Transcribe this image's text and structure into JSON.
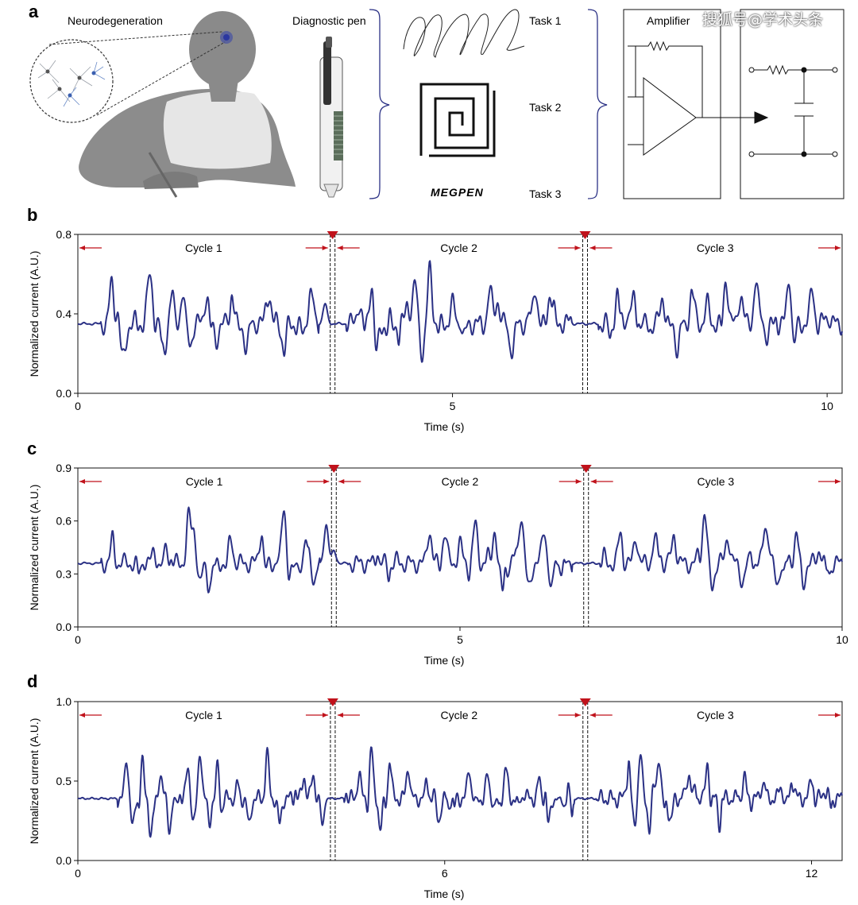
{
  "panels": {
    "a": "a",
    "b": "b",
    "c": "c",
    "d": "d"
  },
  "panel_a": {
    "neuro_label": "Neurodegeneration",
    "pen_label": "Diagnostic pen",
    "tasks": [
      "Task 1",
      "Task 2",
      "Task 3"
    ],
    "megpen_text": "MEGPEN",
    "amplifier_label": "Amplifier",
    "watermark": "搜狐号@学术头条"
  },
  "colors": {
    "trace": "#2b3185",
    "marker": "#c0121b",
    "axis": "#111111"
  },
  "chart_data": [
    {
      "type": "line",
      "id": "b",
      "xlabel": "Time (s)",
      "ylabel": "Normalized current (A.U.)",
      "xlim": [
        0,
        10.2
      ],
      "ylim": [
        0,
        0.8
      ],
      "xticks": [
        0,
        5,
        10
      ],
      "yticks": [
        0.0,
        0.4,
        0.8
      ],
      "ytick_labels": [
        "0.0",
        "0.4",
        "0.8"
      ],
      "baseline": 0.35,
      "cycle_labels": [
        "Cycle 1",
        "Cycle 2",
        "Cycle 3"
      ],
      "cycle_boundaries": [
        3.4,
        6.77
      ],
      "peaks": [
        [
          0.45,
          0.55
        ],
        [
          0.55,
          0.52
        ],
        [
          0.57,
          0.15
        ],
        [
          0.62,
          0.22
        ],
        [
          0.95,
          0.57
        ],
        [
          1.0,
          0.45
        ],
        [
          1.15,
          0.21
        ],
        [
          1.25,
          0.46
        ],
        [
          1.4,
          0.5
        ],
        [
          1.5,
          0.25
        ],
        [
          1.72,
          0.5
        ],
        [
          1.85,
          0.28
        ],
        [
          2.05,
          0.52
        ],
        [
          2.25,
          0.22
        ],
        [
          2.55,
          0.5
        ],
        [
          2.75,
          0.23
        ],
        [
          3.0,
          0.3
        ],
        [
          3.1,
          0.5
        ],
        [
          3.3,
          0.45
        ],
        [
          3.75,
          0.45
        ],
        [
          3.92,
          0.58
        ],
        [
          3.98,
          0.18
        ],
        [
          4.4,
          0.47
        ],
        [
          4.6,
          0.22
        ],
        [
          4.5,
          0.55
        ],
        [
          4.7,
          0.63
        ],
        [
          5.0,
          0.45
        ],
        [
          5.15,
          0.28
        ],
        [
          5.5,
          0.52
        ],
        [
          5.6,
          0.47
        ],
        [
          5.8,
          0.22
        ],
        [
          6.1,
          0.54
        ],
        [
          6.3,
          0.5
        ],
        [
          7.2,
          0.44
        ],
        [
          7.4,
          0.43
        ],
        [
          7.8,
          0.49
        ],
        [
          8.0,
          0.24
        ],
        [
          8.2,
          0.55
        ],
        [
          8.4,
          0.45
        ],
        [
          8.65,
          0.58
        ],
        [
          8.85,
          0.49
        ],
        [
          9.05,
          0.56
        ],
        [
          9.2,
          0.28
        ],
        [
          9.5,
          0.61
        ],
        [
          9.55,
          0.21
        ],
        [
          9.8,
          0.52
        ],
        [
          10.0,
          0.42
        ]
      ],
      "seed": 11,
      "x_end": 10.2
    },
    {
      "type": "line",
      "id": "c",
      "xlabel": "Time (s)",
      "ylabel": "Normalized current (A.U.)",
      "xlim": [
        0,
        10
      ],
      "ylim": [
        0,
        0.9
      ],
      "xticks": [
        0,
        5,
        10
      ],
      "yticks": [
        0.0,
        0.3,
        0.6,
        0.9
      ],
      "ytick_labels": [
        "0.0",
        "0.3",
        "0.6",
        "0.9"
      ],
      "baseline": 0.36,
      "cycle_labels": [
        "Cycle 1",
        "Cycle 2",
        "Cycle 3"
      ],
      "cycle_boundaries": [
        3.35,
        6.65
      ],
      "peaks": [
        [
          0.45,
          0.45
        ],
        [
          1.0,
          0.43
        ],
        [
          1.45,
          0.62
        ],
        [
          1.52,
          0.54
        ],
        [
          1.6,
          0.24
        ],
        [
          1.7,
          0.24
        ],
        [
          2.0,
          0.5
        ],
        [
          2.4,
          0.51
        ],
        [
          2.45,
          0.31
        ],
        [
          2.7,
          0.7
        ],
        [
          2.75,
          0.28
        ],
        [
          3.0,
          0.49
        ],
        [
          3.1,
          0.26
        ],
        [
          3.25,
          0.58
        ],
        [
          3.35,
          0.43
        ],
        [
          4.6,
          0.55
        ],
        [
          4.8,
          0.53
        ],
        [
          5.0,
          0.47
        ],
        [
          5.2,
          0.58
        ],
        [
          5.45,
          0.55
        ],
        [
          5.55,
          0.24
        ],
        [
          5.8,
          0.64
        ],
        [
          5.9,
          0.22
        ],
        [
          6.1,
          0.55
        ],
        [
          6.2,
          0.2
        ],
        [
          7.1,
          0.53
        ],
        [
          7.3,
          0.5
        ],
        [
          7.55,
          0.5
        ],
        [
          7.8,
          0.52
        ],
        [
          8.2,
          0.65
        ],
        [
          8.3,
          0.23
        ],
        [
          8.5,
          0.51
        ],
        [
          8.7,
          0.25
        ],
        [
          9.0,
          0.63
        ],
        [
          9.15,
          0.24
        ],
        [
          9.4,
          0.52
        ],
        [
          9.5,
          0.29
        ],
        [
          9.7,
          0.44
        ]
      ],
      "seed": 23,
      "x_end": 10
    },
    {
      "type": "line",
      "id": "d",
      "xlabel": "Time (s)",
      "ylabel": "Normalized current (A.U.)",
      "xlim": [
        0,
        12.5
      ],
      "ylim": [
        0,
        1.0
      ],
      "xticks": [
        0,
        6,
        12
      ],
      "yticks": [
        0.0,
        0.5,
        1.0
      ],
      "ytick_labels": [
        "0.0",
        "0.5",
        "1.0"
      ],
      "baseline": 0.39,
      "cycle_labels": [
        "Cycle 1",
        "Cycle 2",
        "Cycle 3"
      ],
      "cycle_boundaries": [
        4.17,
        8.3
      ],
      "peaks": [
        [
          0.8,
          0.66
        ],
        [
          0.9,
          0.2
        ],
        [
          1.05,
          0.63
        ],
        [
          1.2,
          0.18
        ],
        [
          1.35,
          0.58
        ],
        [
          1.5,
          0.2
        ],
        [
          1.8,
          0.58
        ],
        [
          1.9,
          0.25
        ],
        [
          2.0,
          0.7
        ],
        [
          2.15,
          0.24
        ],
        [
          2.3,
          0.76
        ],
        [
          2.32,
          0.12
        ],
        [
          2.6,
          0.5
        ],
        [
          2.8,
          0.22
        ],
        [
          3.1,
          0.64
        ],
        [
          3.3,
          0.22
        ],
        [
          3.7,
          0.52
        ],
        [
          3.85,
          0.54
        ],
        [
          4.0,
          0.22
        ],
        [
          4.6,
          0.55
        ],
        [
          4.8,
          0.7
        ],
        [
          4.95,
          0.2
        ],
        [
          5.1,
          0.66
        ],
        [
          5.4,
          0.58
        ],
        [
          5.7,
          0.52
        ],
        [
          5.9,
          0.25
        ],
        [
          6.4,
          0.58
        ],
        [
          6.7,
          0.53
        ],
        [
          7.0,
          0.6
        ],
        [
          7.3,
          0.42
        ],
        [
          7.55,
          0.52
        ],
        [
          7.7,
          0.22
        ],
        [
          9.0,
          0.68
        ],
        [
          9.1,
          0.22
        ],
        [
          9.2,
          0.67
        ],
        [
          9.35,
          0.2
        ],
        [
          9.5,
          0.66
        ],
        [
          9.7,
          0.25
        ],
        [
          10.0,
          0.55
        ],
        [
          10.3,
          0.6
        ],
        [
          10.5,
          0.22
        ],
        [
          10.9,
          0.53
        ],
        [
          11.2,
          0.5
        ],
        [
          11.5,
          0.45
        ],
        [
          11.7,
          0.48
        ],
        [
          12.0,
          0.52
        ],
        [
          12.2,
          0.46
        ]
      ],
      "seed": 37,
      "x_end": 12.5
    }
  ]
}
